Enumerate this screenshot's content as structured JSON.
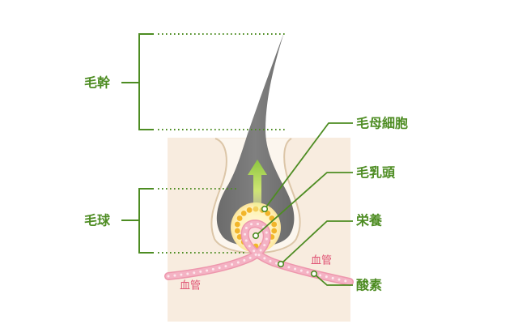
{
  "labels": {
    "hair_shaft": "毛幹",
    "hair_bulb": "毛球",
    "hair_matrix_cells": "毛母細胞",
    "dermal_papilla": "毛乳頭",
    "nutrition": "栄養",
    "oxygen": "酸素",
    "blood_vessel_right": "血管",
    "blood_vessel_left": "血管"
  },
  "colors": {
    "label_green": "#4d8c22",
    "vessel_label": "#e05575",
    "skin": "#f8ecdf",
    "hair": "#6b6b6b",
    "matrix_cells": "#f2b52a",
    "blood_vessel": "#f4b3c4",
    "growth_arrow": "#8cc63f"
  }
}
